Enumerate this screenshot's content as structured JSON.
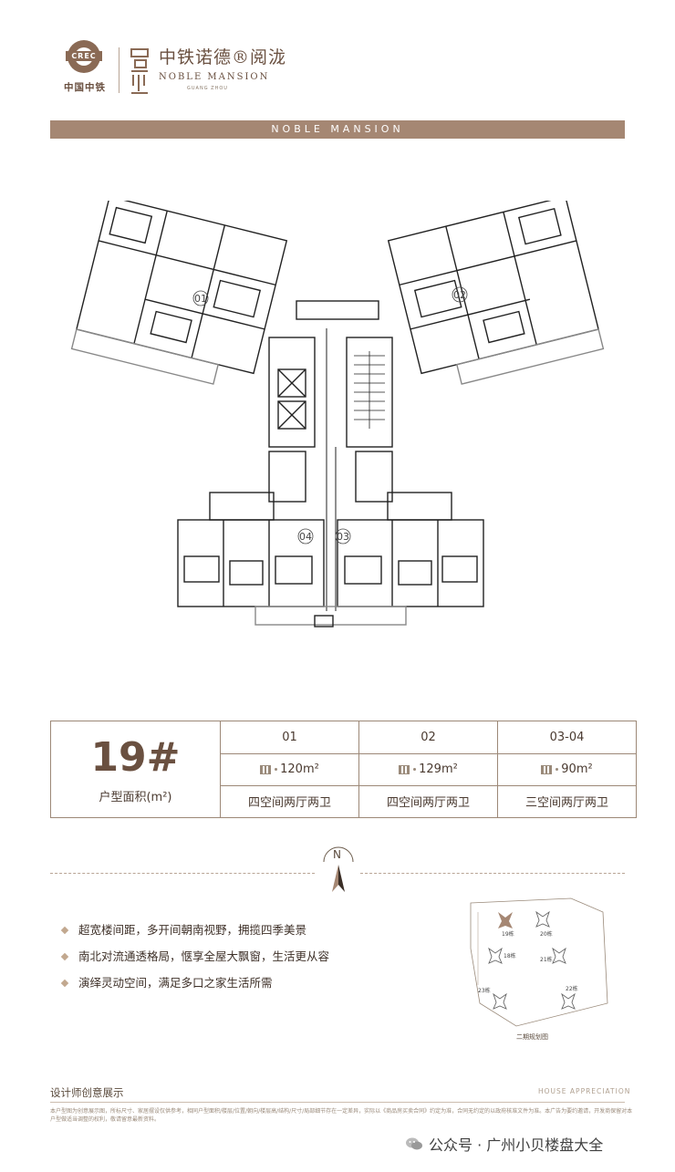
{
  "header": {
    "company_name": "中国中铁",
    "emblem_text": "CREC",
    "project_name": "中铁诺德®阅泷",
    "project_name_en": "NOBLE MANSION",
    "city_en": "GUANG ZHOU"
  },
  "banner": {
    "text": "NOBLE MANSION"
  },
  "floorplan": {
    "unit_labels": [
      "01",
      "02",
      "03",
      "04"
    ]
  },
  "summary_table": {
    "building": "19#",
    "building_caption": "户型面积(m²)",
    "columns": [
      {
        "unit": "01",
        "area": "120m²",
        "layout": "四空间两厅两卫"
      },
      {
        "unit": "02",
        "area": "129m²",
        "layout": "四空间两厅两卫"
      },
      {
        "unit": "03-04",
        "area": "90m²",
        "layout": "三空间两厅两卫"
      }
    ]
  },
  "compass": {
    "label": "N"
  },
  "features": [
    "超宽楼间距，多开间朝南视野，拥揽四季美景",
    "南北对流通透格局，惬享全屋大飘窗，生活更从容",
    "演绎灵动空间，满足多口之家生活所需"
  ],
  "site_plan": {
    "buildings": [
      "19栋",
      "20栋",
      "18栋",
      "21栋",
      "23栋",
      "22栋"
    ],
    "caption": "二期规划图"
  },
  "footer": {
    "title": "设计师创意展示",
    "right_text": "HOUSE APPRECIATION",
    "note": "本户型图为创意展示图，所标尺寸、家居摆设仅供参考，相同户型面积/楼层/位置/朝向/楼层高/结构/尺寸/局部细节存在一定差异，实际以《商品房买卖合同》约定为准，合同无约定的以政府核准文件为准。本广告为要约邀请，开发商保留对本户型做适当调整的权利，敬请留意最新资料。",
    "watermark": "公众号 · 广州小贝楼盘大全"
  },
  "colors": {
    "brand": "#a58773",
    "text": "#5a4a3c",
    "line": "#9c8877"
  }
}
